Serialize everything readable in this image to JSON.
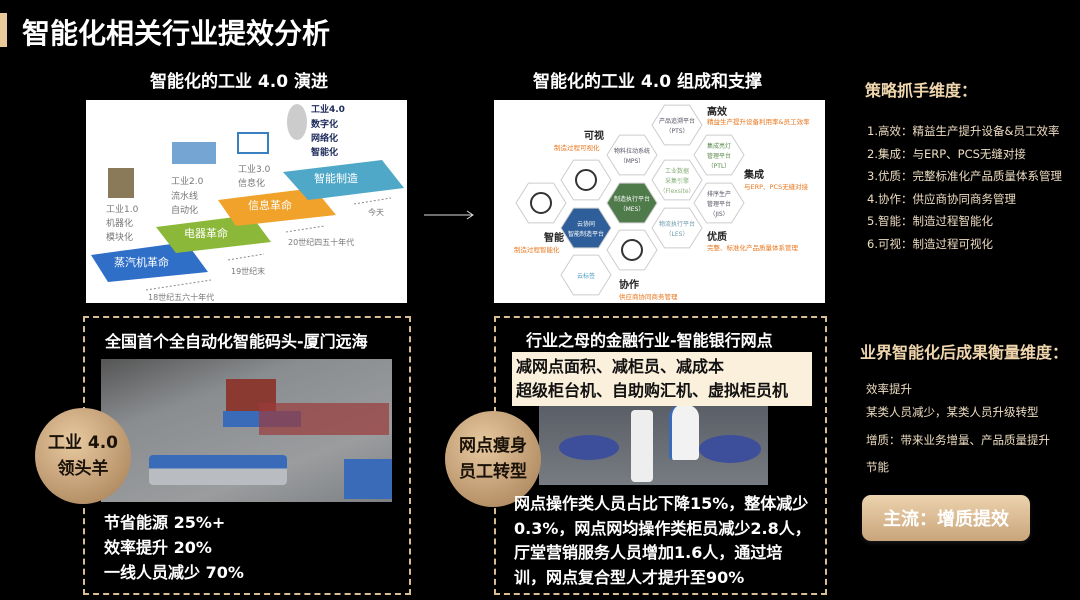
{
  "title": "智能化相关行业提效分析",
  "evolution": {
    "heading": "智能化的工业 4.0 演进",
    "steps": [
      {
        "label": "蒸汽机革命",
        "era": "18世纪五六十年代",
        "color": "#2f6fc8"
      },
      {
        "label": "电器革命",
        "era": "19世纪末",
        "color": "#8cb83a"
      },
      {
        "label": "信息革命",
        "era": "20世纪四五十年代",
        "color": "#f0a22a"
      },
      {
        "label": "智能制造",
        "era": "今天",
        "color": "#4fa8c8"
      }
    ],
    "stages": [
      {
        "name": "工业1.0",
        "lines": [
          "机器化",
          "模块化"
        ]
      },
      {
        "name": "工业2.0",
        "lines": [
          "流水线",
          "自动化"
        ]
      },
      {
        "name": "工业3.0",
        "lines": [
          "信息化"
        ]
      },
      {
        "name": "工业4.0",
        "lines": [
          "数字化",
          "网络化",
          "智能化"
        ]
      }
    ]
  },
  "composition": {
    "heading": "智能化的工业 4.0 组成和支撑",
    "hexes": {
      "pts": [
        "产品追溯平台",
        "（PTS）"
      ],
      "mps": [
        "物料拉动系统",
        "（MPS）"
      ],
      "ptl": [
        "集成亮灯",
        "管理平台",
        "（PTL）"
      ],
      "flex": [
        "工业数据",
        "采集引擎",
        "（Flexsite）"
      ],
      "mes": [
        "制造执行平台",
        "（MES）"
      ],
      "jis": [
        "排序生产",
        "管理平台",
        "（JIS）"
      ],
      "cloud": [
        "云协同",
        "智能制造平台"
      ],
      "les": [
        "物流执行平台",
        "（LES）"
      ],
      "tag": [
        "云标签"
      ]
    },
    "dims": [
      {
        "name": "高效",
        "desc": "精益生产提升设备利用率&员工效率"
      },
      {
        "name": "可视",
        "desc": "制造过程可视化"
      },
      {
        "name": "集成",
        "desc": "与ERP、PCS无缝对接"
      },
      {
        "name": "优质",
        "desc": "完整、标准化产品质量体系管理"
      },
      {
        "name": "智能",
        "desc": "制造过程智能化"
      },
      {
        "name": "协作",
        "desc": "供应商协同商务管理"
      }
    ]
  },
  "strategy": {
    "heading": "策略抓手维度：",
    "items": [
      "1.高效：精益生产提升设备&员工效率",
      "2.集成：与ERP、PCS无缝对接",
      "3.优质：完整标准化产品质量体系管理",
      "4.协作：供应商协同商务管理",
      "5.智能：制造过程智能化",
      "6.可视：制造过程可视化"
    ]
  },
  "port": {
    "title": "全国首个全自动化智能码头-厦门远海",
    "badge": [
      "工业 4.0",
      "领头羊"
    ],
    "stats": [
      "节省能源 25%+",
      "效率提升 20%",
      "一线人员减少 70%"
    ]
  },
  "bank": {
    "title": "行业之母的金融行业-智能银行网点",
    "highlight": [
      "减网点面积、减柜员、减成本",
      "超级柜台机、自助购汇机、虚拟柜员机"
    ],
    "badge": [
      "网点瘦身",
      "员工转型"
    ],
    "paragraph": "网点操作类人员占比下降15%，整体减少 0.3%，网点网均操作类柜员减少2.8人，厅堂营销服务人员增加1.6人，通过培训，网点复合型人才提升至90%"
  },
  "measure": {
    "heading": "业界智能化后成果衡量维度：",
    "items": [
      "效率提升",
      "某类人员减少，某类人员升级转型",
      "增质：带来业务增量、产品质量提升",
      "节能"
    ],
    "main_button": "主流：增质提效"
  },
  "colors": {
    "accent": "#e9c99a",
    "heading": "#f0d6ad",
    "orange": "#e8761c"
  }
}
